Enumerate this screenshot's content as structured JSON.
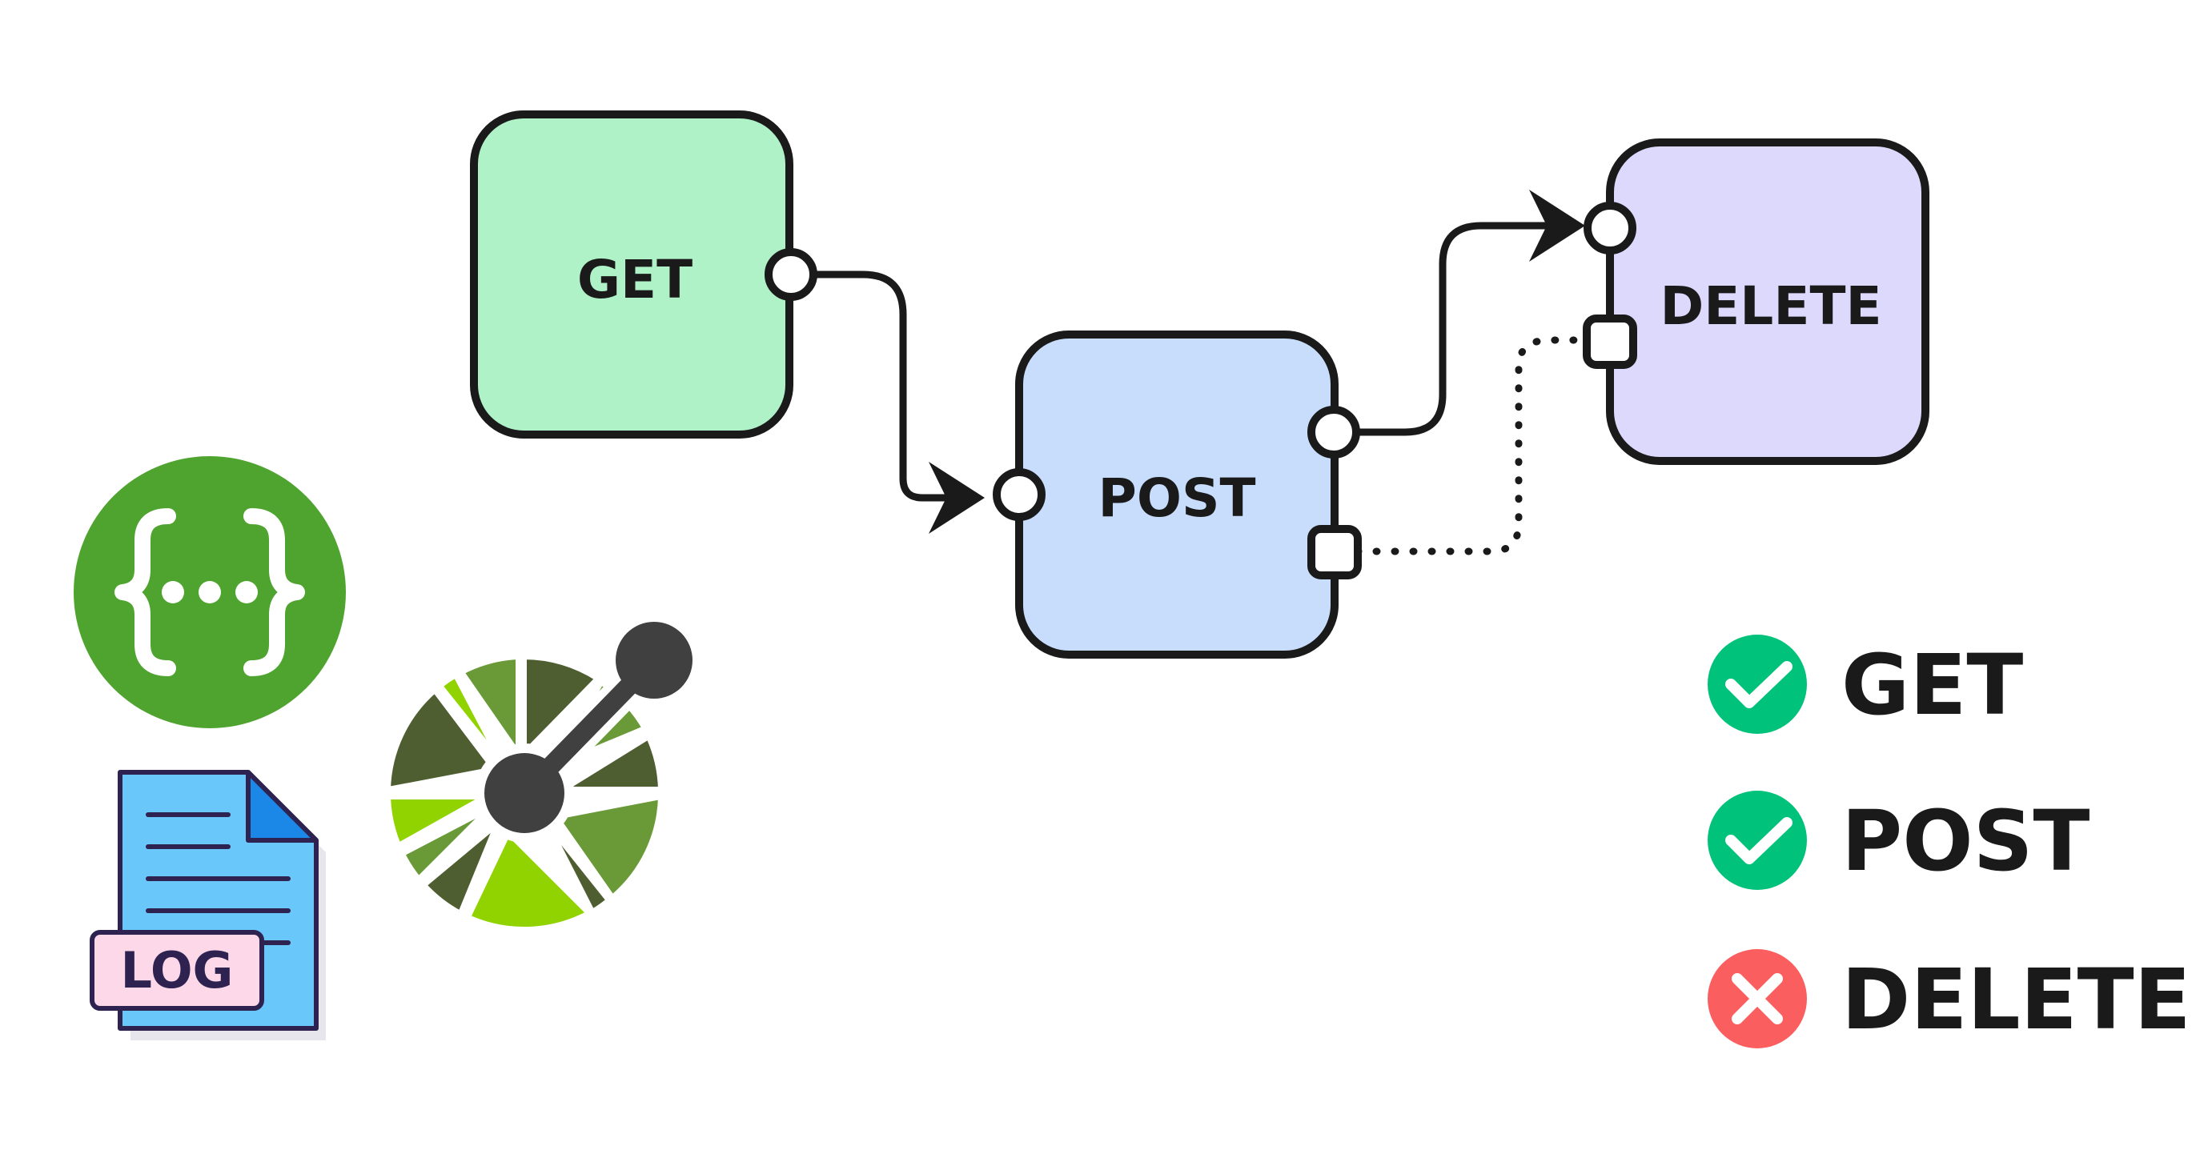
{
  "nodes": {
    "get": {
      "label": "GET"
    },
    "post": {
      "label": "POST"
    },
    "delete": {
      "label": "DELETE"
    }
  },
  "log_icon": {
    "label": "LOG"
  },
  "legend": {
    "items": [
      {
        "label": "GET",
        "status": "success",
        "icon": "check-icon"
      },
      {
        "label": "POST",
        "status": "success",
        "icon": "check-icon"
      },
      {
        "label": "DELETE",
        "status": "failure",
        "icon": "cross-icon"
      }
    ]
  },
  "icons": [
    "swagger-icon",
    "log-file-icon",
    "openapi-icon"
  ],
  "colors": {
    "get_node": "#aff2c8",
    "post_node": "#c8dcfc",
    "delete_node": "#ddd9fd",
    "stroke": "#1a1a1a",
    "swagger_green": "#4fa42f",
    "success": "#00c27a",
    "failure": "#fb5e5e",
    "log_doc": "#69c7fa",
    "log_label": "#fcd8e8",
    "openapi_dark": "#404040"
  }
}
